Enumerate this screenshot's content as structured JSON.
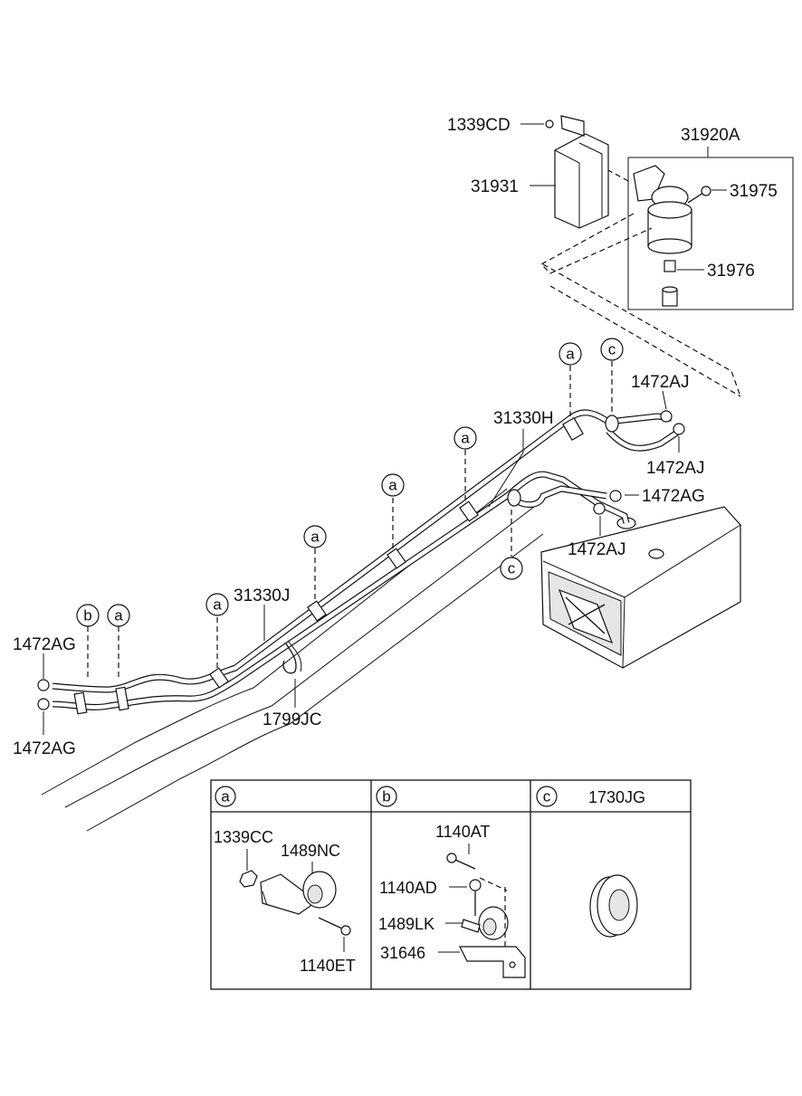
{
  "callouts": {
    "p1339CD": "1339CD",
    "p31920A": "31920A",
    "p31931": "31931",
    "p31975": "31975",
    "p31976": "31976",
    "p31330H": "31330H",
    "p1472AJ_top": "1472AJ",
    "p1472AJ_mid": "1472AJ",
    "p1472AG_right": "1472AG",
    "p1472AJ_low": "1472AJ",
    "p31330J": "31330J",
    "p1472AG_left_top": "1472AG",
    "p1472AG_left_bottom": "1472AG",
    "p1799JC": "1799JC"
  },
  "markers": {
    "a": "a",
    "b": "b",
    "c": "c"
  },
  "detail_table": {
    "cell_a": {
      "key": "a",
      "parts": {
        "p1339CC": "1339CC",
        "p1489NC": "1489NC",
        "p1140ET": "1140ET"
      }
    },
    "cell_b": {
      "key": "b",
      "parts": {
        "p1140AT": "1140AT",
        "p1140AD": "1140AD",
        "p1489LK": "1489LK",
        "p31646": "31646"
      }
    },
    "cell_c": {
      "key": "c",
      "title": "1730JG"
    }
  }
}
